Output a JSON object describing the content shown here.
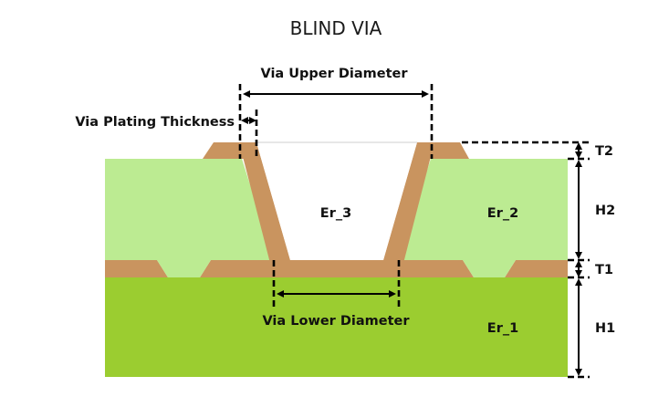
{
  "title": "BLIND VIA",
  "colors": {
    "copper": "#C9945F",
    "dielectric_upper": "#BCEB92",
    "dielectric_lower": "#9BCD30",
    "via_fill": "#FFFFFF"
  },
  "labels": {
    "via_upper_diameter": "Via Upper Diameter",
    "via_plating_thickness": "Via Plating Thickness",
    "via_lower_diameter": "Via Lower Diameter",
    "er_3": "Er_3",
    "er_2": "Er_2",
    "er_1": "Er_1",
    "t2": "T2",
    "h2": "H2",
    "t1": "T1",
    "h1": "H1"
  }
}
